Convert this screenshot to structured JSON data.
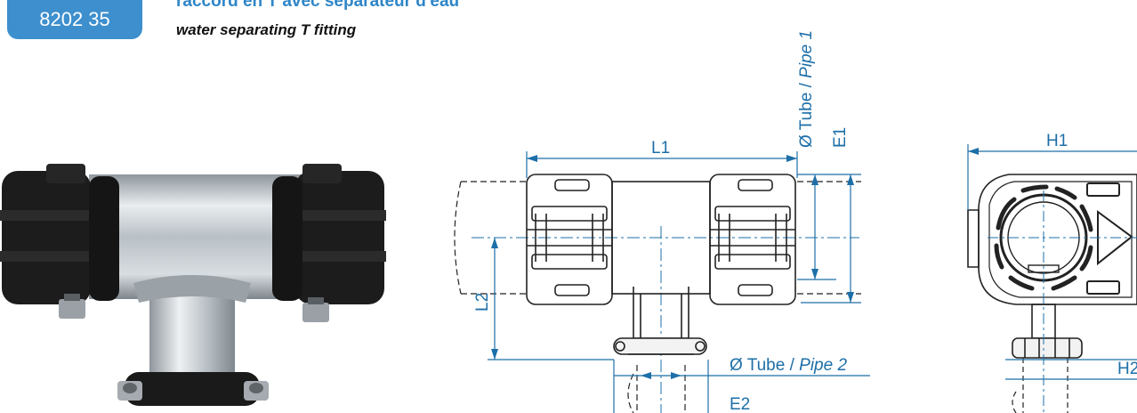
{
  "header": {
    "reference": "8202 35",
    "title_fr": "raccord en T avec séparateur d'eau",
    "title_en": "water separating T fitting"
  },
  "dimensions": {
    "l1": "L1",
    "l2": "L2",
    "e1": "E1",
    "e2": "E2",
    "h1": "H1",
    "h2": "H2",
    "pipe1_prefix": "Ø Tube / ",
    "pipe1_italic": "Pipe 1",
    "pipe2_prefix": "Ø Tube / ",
    "pipe2_italic": "Pipe 2"
  },
  "colors": {
    "brand": "#3d8fcd",
    "dimension_line": "#1d6fa8",
    "drawing": "#222222"
  }
}
